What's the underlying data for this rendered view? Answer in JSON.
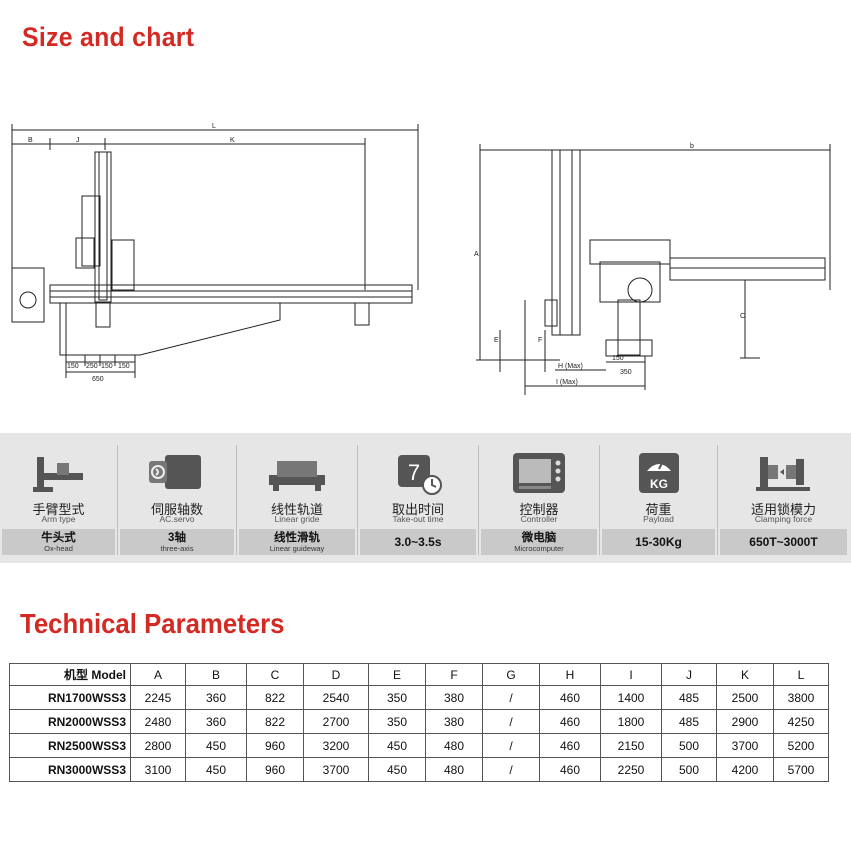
{
  "titles": {
    "size": "Size and chart",
    "technical": "Technical Parameters"
  },
  "drawing_labels": {
    "left": {
      "L": "L",
      "K": "K",
      "J": "J",
      "B": "B",
      "d1": "150",
      "d2": "250",
      "d3": "150",
      "d4": "150",
      "total": "650"
    },
    "right": {
      "b": "b",
      "A": "A",
      "C": "C",
      "E": "E",
      "F": "F",
      "H": "H (Max)",
      "I": "I (Max)",
      "d1": "150",
      "d2": "350"
    }
  },
  "features": [
    {
      "zh": "手臂型式",
      "en": "Arm type",
      "val_zh": "牛头式",
      "val_en": "Ox-head",
      "icon": "arm-type-icon"
    },
    {
      "zh": "伺服轴数",
      "en": "AC.servo",
      "val_zh": "3轴",
      "val_en": "three-axis",
      "icon": "servo-motor-icon"
    },
    {
      "zh": "线性轨道",
      "en": "Linear gride",
      "val_zh": "线性滑轨",
      "val_en": "Linear guideway",
      "icon": "linear-rail-icon"
    },
    {
      "zh": "取出时间",
      "en": "Take-out time",
      "val": "3.0~3.5s",
      "icon": "clock-icon",
      "icon_text": "7"
    },
    {
      "zh": "控制器",
      "en": "Controller",
      "val_zh": "微电脑",
      "val_en": "Microcomputer",
      "icon": "controller-icon"
    },
    {
      "zh": "荷重",
      "en": "Payload",
      "val": "15-30Kg",
      "icon": "weight-icon",
      "icon_text": "KG"
    },
    {
      "zh": "适用锁模力",
      "en": "Clamping force",
      "val": "650T~3000T",
      "icon": "clamp-icon"
    }
  ],
  "table": {
    "headers": [
      "机型 Model",
      "A",
      "B",
      "C",
      "D",
      "E",
      "F",
      "G",
      "H",
      "I",
      "J",
      "K",
      "L"
    ],
    "rows": [
      [
        "RN1700WSS3",
        "2245",
        "360",
        "822",
        "2540",
        "350",
        "380",
        "/",
        "460",
        "1400",
        "485",
        "2500",
        "3800"
      ],
      [
        "RN2000WSS3",
        "2480",
        "360",
        "822",
        "2700",
        "350",
        "380",
        "/",
        "460",
        "1800",
        "485",
        "2900",
        "4250"
      ],
      [
        "RN2500WSS3",
        "2800",
        "450",
        "960",
        "3200",
        "450",
        "480",
        "/",
        "460",
        "2150",
        "500",
        "3700",
        "5200"
      ],
      [
        "RN3000WSS3",
        "3100",
        "450",
        "960",
        "3700",
        "450",
        "480",
        "/",
        "460",
        "2250",
        "500",
        "4200",
        "5700"
      ]
    ]
  }
}
